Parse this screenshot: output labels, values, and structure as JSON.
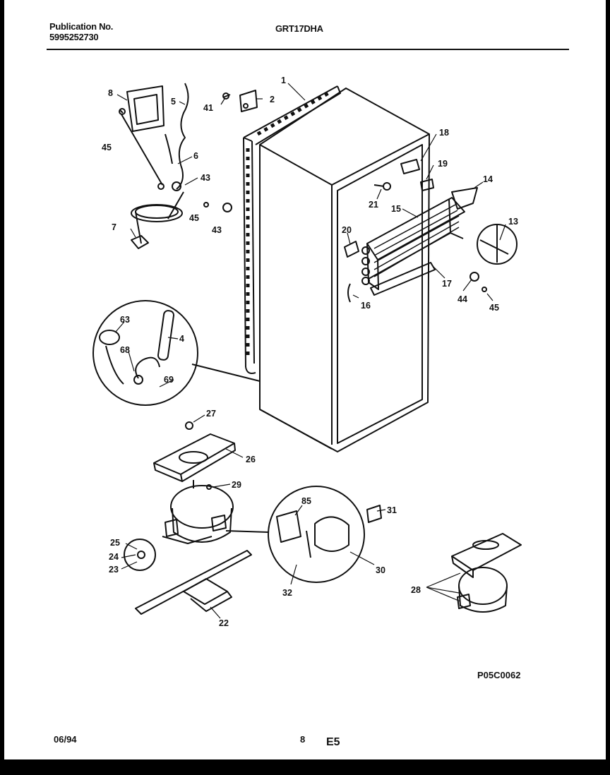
{
  "header": {
    "publication_label": "Publication No.",
    "publication_number": "5995252730",
    "model": "GRT17DHA"
  },
  "diagram": {
    "code": "P05C0062",
    "callouts": [
      "1",
      "2",
      "41",
      "8",
      "5",
      "45",
      "6",
      "43",
      "7",
      "45",
      "43",
      "18",
      "19",
      "14",
      "21",
      "15",
      "20",
      "13",
      "17",
      "16",
      "44",
      "45",
      "63",
      "4",
      "68",
      "69",
      "27",
      "26",
      "29",
      "85",
      "31",
      "25",
      "24",
      "23",
      "30",
      "32",
      "28",
      "22"
    ]
  },
  "footer": {
    "date": "06/94",
    "page": "8",
    "section": "E5"
  }
}
